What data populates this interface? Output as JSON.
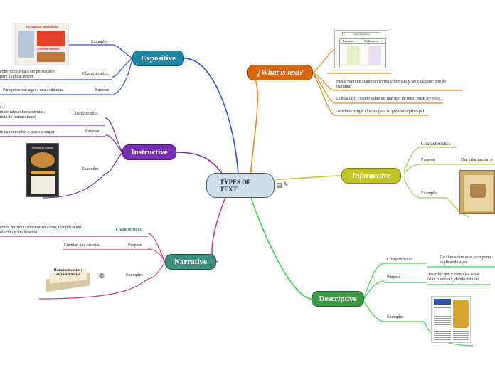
{
  "center": {
    "title": "TYPES OF TEXT"
  },
  "expositive": {
    "title": "Expositive",
    "examples_label": "Examples",
    "characteristics_label": "Characteristics",
    "characteristics_text": [
      "convincente para ser persuasivo",
      "para explicar mejor"
    ],
    "purpose_label": "Purpose",
    "purpose_text": "Para presentar algo a una audiencia.",
    "image_title": "Los anuncios publicitarios",
    "image_caption": "¡Escucha cuestion!"
  },
  "instructive": {
    "title": "Instructive",
    "characteristics_label": "Characteristics",
    "characteristics_text": [
      "s.",
      "materiales o herramientas.",
      "ncia de instrucciones"
    ],
    "purpose_label": "Purpose",
    "purpose_text": "te dan un orden o pasos a seguir",
    "examples_label": "Examples",
    "image_title": "Recetas de comida"
  },
  "narrative": {
    "title": "Narrative",
    "characteristics_label": "Characteristics",
    "characteristics_text": [
      "ctura: Introducción u orientación, complicación",
      "olución y finalización"
    ],
    "purpose_label": "Purpose",
    "purpose_text": "Cuentan una historia.",
    "examples_label": "Examples",
    "image_title": [
      "Historias ficticias y",
      "extraordinarias"
    ]
  },
  "what": {
    "title": "¿What is text?",
    "items": [
      [
        "Puede venir en cualquier forma y formato y ser cualquier tipo de",
        "escritura."
      ],
      [
        "Es más fácil cuando sabemos qué tipo de texto están leyendo."
      ],
      [
        "Debemos juzgar el texto para su propósito principal."
      ]
    ],
    "table_title": "Textos (expositivo)",
    "table_cols": [
      "Literarios",
      "No literarios"
    ]
  },
  "informative": {
    "title": "Informative",
    "characteristics_label": "Characteristics",
    "purpose_label": "Purpose",
    "purpose_text": "Dar información p",
    "examples_label": "Examples"
  },
  "descriptive": {
    "title": "Descriptive",
    "characteristics_label": "Characteristics",
    "characteristics_text": [
      "Detalles sobre usos, comporta",
      "explicando algo."
    ],
    "purpose_label": "Purpose",
    "purpose_text": [
      "Describir qué y cómo las cosas",
      "están o estaban, dando detalles."
    ],
    "examples_label": "Examples"
  },
  "colors": {
    "expositive": "#1f86a6",
    "instructive": "#7a2db6",
    "narrative": "#3e8f7e",
    "what": "#d9650f",
    "informative": "#c3c12a",
    "descriptive": "#3a9a45",
    "center": "#cfdde9"
  }
}
